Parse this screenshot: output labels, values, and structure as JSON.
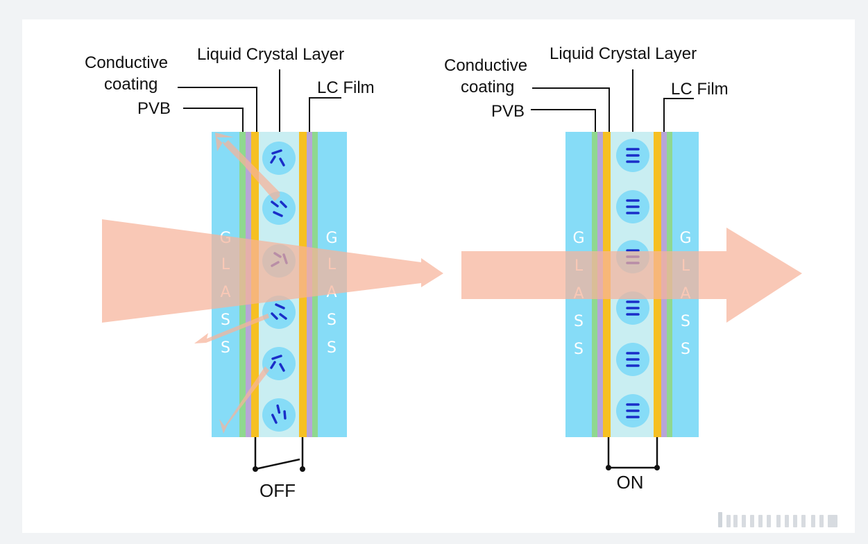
{
  "left_panel": {
    "labels": {
      "conductive_line1": "Conductive",
      "conductive_line2": "coating",
      "liquid_crystal": "Liquid Crystal Layer",
      "lc_film": "LC Film",
      "pvb": "PVB"
    },
    "glass_letters": [
      "G",
      "L",
      "A",
      "S",
      "S"
    ],
    "state": "OFF"
  },
  "right_panel": {
    "labels": {
      "conductive_line1": "Conductive",
      "conductive_line2": "coating",
      "liquid_crystal": "Liquid Crystal Layer",
      "lc_film": "LC Film",
      "pvb": "PVB"
    },
    "glass_letters": [
      "G",
      "L",
      "A",
      "S",
      "S"
    ],
    "state": "ON"
  },
  "colors": {
    "glass": "#86dcf7",
    "pvb": "#8fd88f",
    "film": "#b7a5d8",
    "conductive": "#f6c022",
    "lc_layer": "#c9eef2",
    "lc_bubble": "#86dcf7",
    "molecule": "#1a2ec8",
    "light": "#f7b39a",
    "wire": "#111111"
  }
}
